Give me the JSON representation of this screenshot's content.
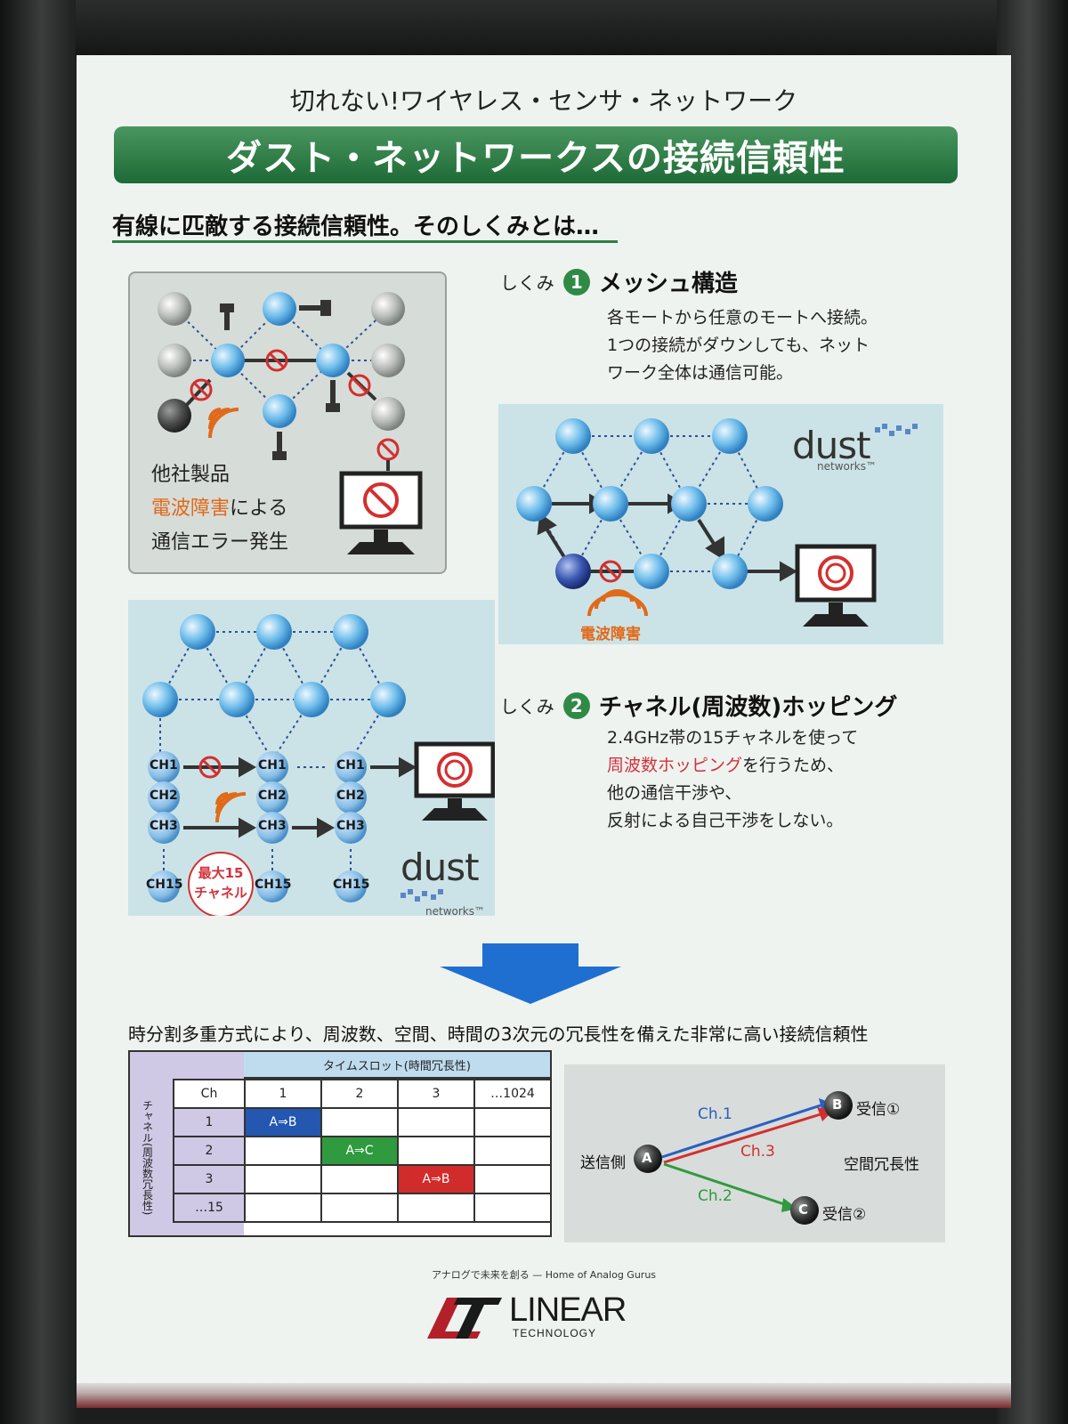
{
  "poster": {
    "subtitle": "切れない!ワイヤレス・センサ・ネットワーク",
    "title": "ダスト・ネットワークスの接続信頼性",
    "section_heading": "有線に匹敵する接続信頼性。そのしくみとは…"
  },
  "competitor": {
    "line1": "他社製品",
    "line2_highlight": "電波障害",
    "line2_rest": "による",
    "line3": "通信エラー発生"
  },
  "mechanism1": {
    "label": "しくみ",
    "number": "1",
    "title": "メッシュ構造",
    "desc_lines": [
      "各モートから任意のモートへ接続。",
      "1つの接続がダウンしても、ネット",
      "ワーク全体は通信可能。"
    ],
    "interference_label": "電波障害"
  },
  "mechanism2": {
    "label": "しくみ",
    "number": "2",
    "title": "チャネル(周波数)ホッピング",
    "desc_line1": "2.4GHz帯の15チャネルを使って",
    "desc_line2_highlight": "周波数ホッピング",
    "desc_line2_rest": "を行うため、",
    "desc_line3": "他の通信干渉や、",
    "desc_line4": "反射による自己干渉をしない。",
    "channels": [
      "CH1",
      "CH2",
      "CH3",
      "CH15"
    ],
    "max_badge_line1": "最大15",
    "max_badge_line2": "チャネル"
  },
  "dust_logo": {
    "word": "dust",
    "sub": "networks™"
  },
  "summary": "時分割多重方式により、周波数、空間、時間の3次元の冗長性を備えた非常に高い接続信頼性",
  "timeslot_table": {
    "row_axis_label": "チャネル(周波数冗長性)",
    "col_axis_label": "タイムスロット(時間冗長性)",
    "header": [
      "Ch",
      "1",
      "2",
      "3",
      "…1024"
    ],
    "rows": [
      [
        "1",
        "A⇒B",
        "",
        "",
        ""
      ],
      [
        "2",
        "",
        "A⇒C",
        "",
        ""
      ],
      [
        "3",
        "",
        "",
        "A⇒B",
        ""
      ],
      [
        "…15",
        "",
        "",
        "",
        ""
      ]
    ]
  },
  "spatial": {
    "sender": "送信側",
    "node_a": "A",
    "node_b": "B",
    "node_c": "C",
    "receiver1": "受信①",
    "receiver2": "受信②",
    "ch1": "Ch.1",
    "ch2": "Ch.2",
    "ch3": "Ch.3",
    "label": "空間冗長性"
  },
  "footer": {
    "tagline": "アナログで未来を創る — Home of Analog Gurus",
    "logo_main": "LINEAR",
    "logo_sub": "TECHNOLOGY"
  },
  "colors": {
    "green": "#2e7d45",
    "node_blue": "#5aaee8",
    "arrow_blue": "#1f6fd1",
    "logo_red": "#b3202a"
  }
}
